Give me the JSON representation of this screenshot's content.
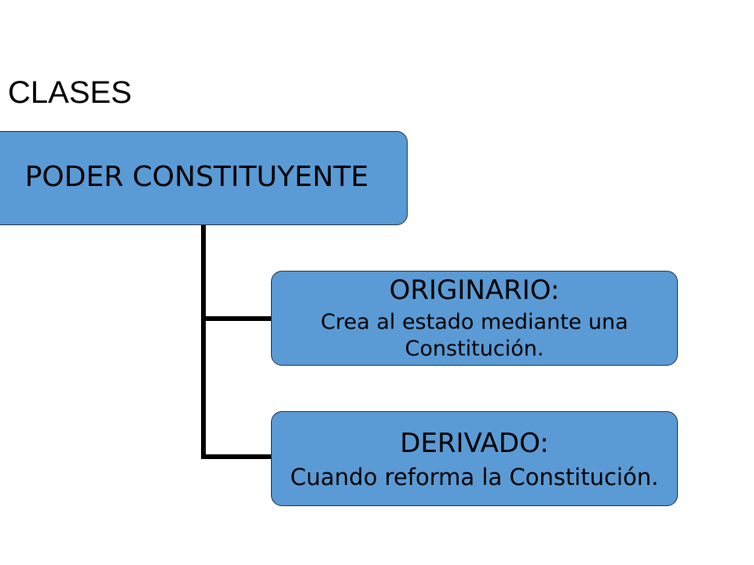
{
  "slide": {
    "title": "CLASES"
  },
  "diagram": {
    "root": {
      "label": "PODER CONSTITUYENTE"
    },
    "children": [
      {
        "title": "ORIGINARIO:",
        "description": "Crea al estado mediante una Constitución."
      },
      {
        "title": "DERIVADO:",
        "description": "Cuando reforma la Constitución."
      }
    ]
  },
  "colors": {
    "box_fill": "#5b9bd5",
    "box_border": "#1f2d3d",
    "connector": "#000000",
    "text": "#000000",
    "background": "#ffffff"
  }
}
